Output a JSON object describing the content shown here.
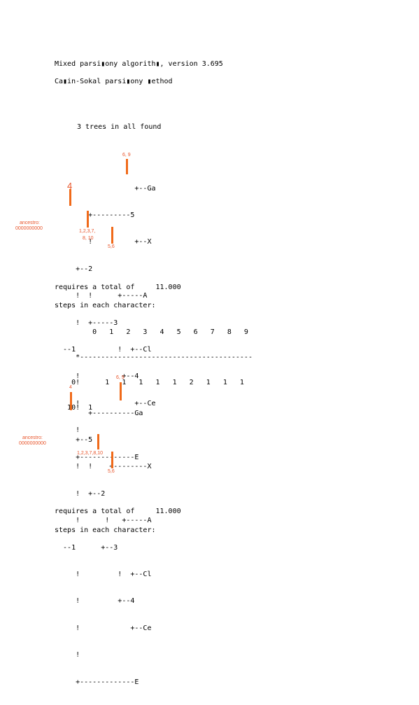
{
  "header": {
    "line1": "Mixed parsi▮ony algorith▮, version 3.695",
    "line2": "Ca▮in-Sokal parsi▮ony ▮ethod",
    "trees_found": "3 trees in all found"
  },
  "tree1": {
    "lines": [
      "                   +--Ga",
      "        +---------5",
      "        !          +--X",
      "     +--2",
      "     !  !      +-----A",
      "     !  +-----3",
      "  --1          !  +--Cl",
      "     !          +--4",
      "     !             +--Ce",
      "     !",
      "     +-------------E"
    ],
    "ancestor_label": "ancestro:",
    "ancestor_value": "0000000000",
    "annotations": {
      "a69": "6, 9",
      "a4": "4",
      "a123": "1,2,3,7,",
      "a810": "8, 10",
      "a56": "5,6"
    },
    "requires": "requires a total of     11.000",
    "steps_title": "steps in each character:",
    "steps_table": [
      "         0   1   2   3   4   5   6   7   8   9",
      "     *-----------------------------------------",
      "    0!      1   1   1   1   1   2   1   1   1",
      "   10!  1"
    ]
  },
  "tree2": {
    "lines": [
      "        +----------Ga",
      "     +--5",
      "     !  !    +--------X",
      "     !  +--2",
      "     !      !   +-----A",
      "  --1      +--3",
      "     !         !  +--Cl",
      "     !         +--4",
      "     !            +--Ce",
      "     !",
      "     +-------------E"
    ],
    "ancestor_label": "ancestro:",
    "ancestor_value": "0000000000",
    "annotations": {
      "a69": "6, 9",
      "a4": "4",
      "a123": "1,2,3,7,8,10",
      "a56": "5,6"
    },
    "requires": "requires a total of     11.000",
    "steps_title": "steps in each character:"
  },
  "colors": {
    "annotation": "#e8542a",
    "bar": "#f06a1a"
  }
}
